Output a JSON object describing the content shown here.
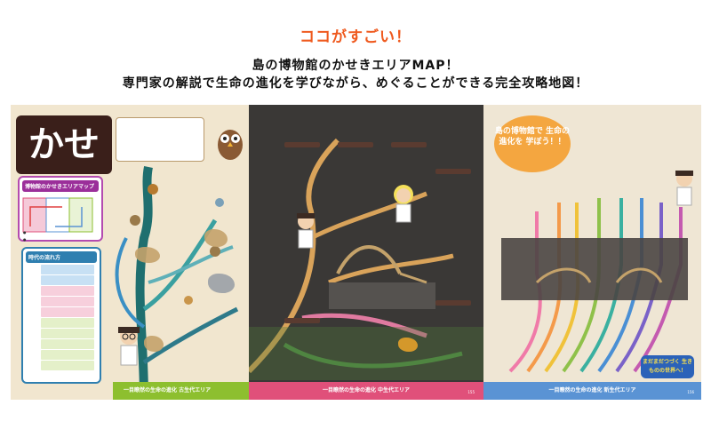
{
  "headline": "ココがすごい！",
  "subtitle_line1": "島の博物館のかせきエリアMAP！",
  "subtitle_line2": "専門家の解説で生命の進化を学びながら、めぐることができる完全攻略地図！",
  "spread": {
    "left_page": {
      "title": "かせき",
      "map_label": "博物館のかせきエリアマップ",
      "timeline_label": "時代の流れ方",
      "bottom_bar": "一目瞭然の生命の進化 古生代エリア"
    },
    "center_page": {
      "bottom_bar": "一目瞭然の生命の進化 中生代エリア",
      "page_number": "155"
    },
    "right_page": {
      "circle_title": "島の博物館で 生命の進化を 学ぼう！！",
      "bottom_bar": "一目瞭然の生命の進化 新生代エリア",
      "bottom_button": "まだまだつづく 生きものの世界へ！",
      "page_number": "156"
    }
  },
  "colors": {
    "headline": "#ef5a1f",
    "era_paleozoic": "#8dbf2f",
    "era_mesozoic": "#e0507a",
    "era_cenozoic": "#5a93d4"
  }
}
